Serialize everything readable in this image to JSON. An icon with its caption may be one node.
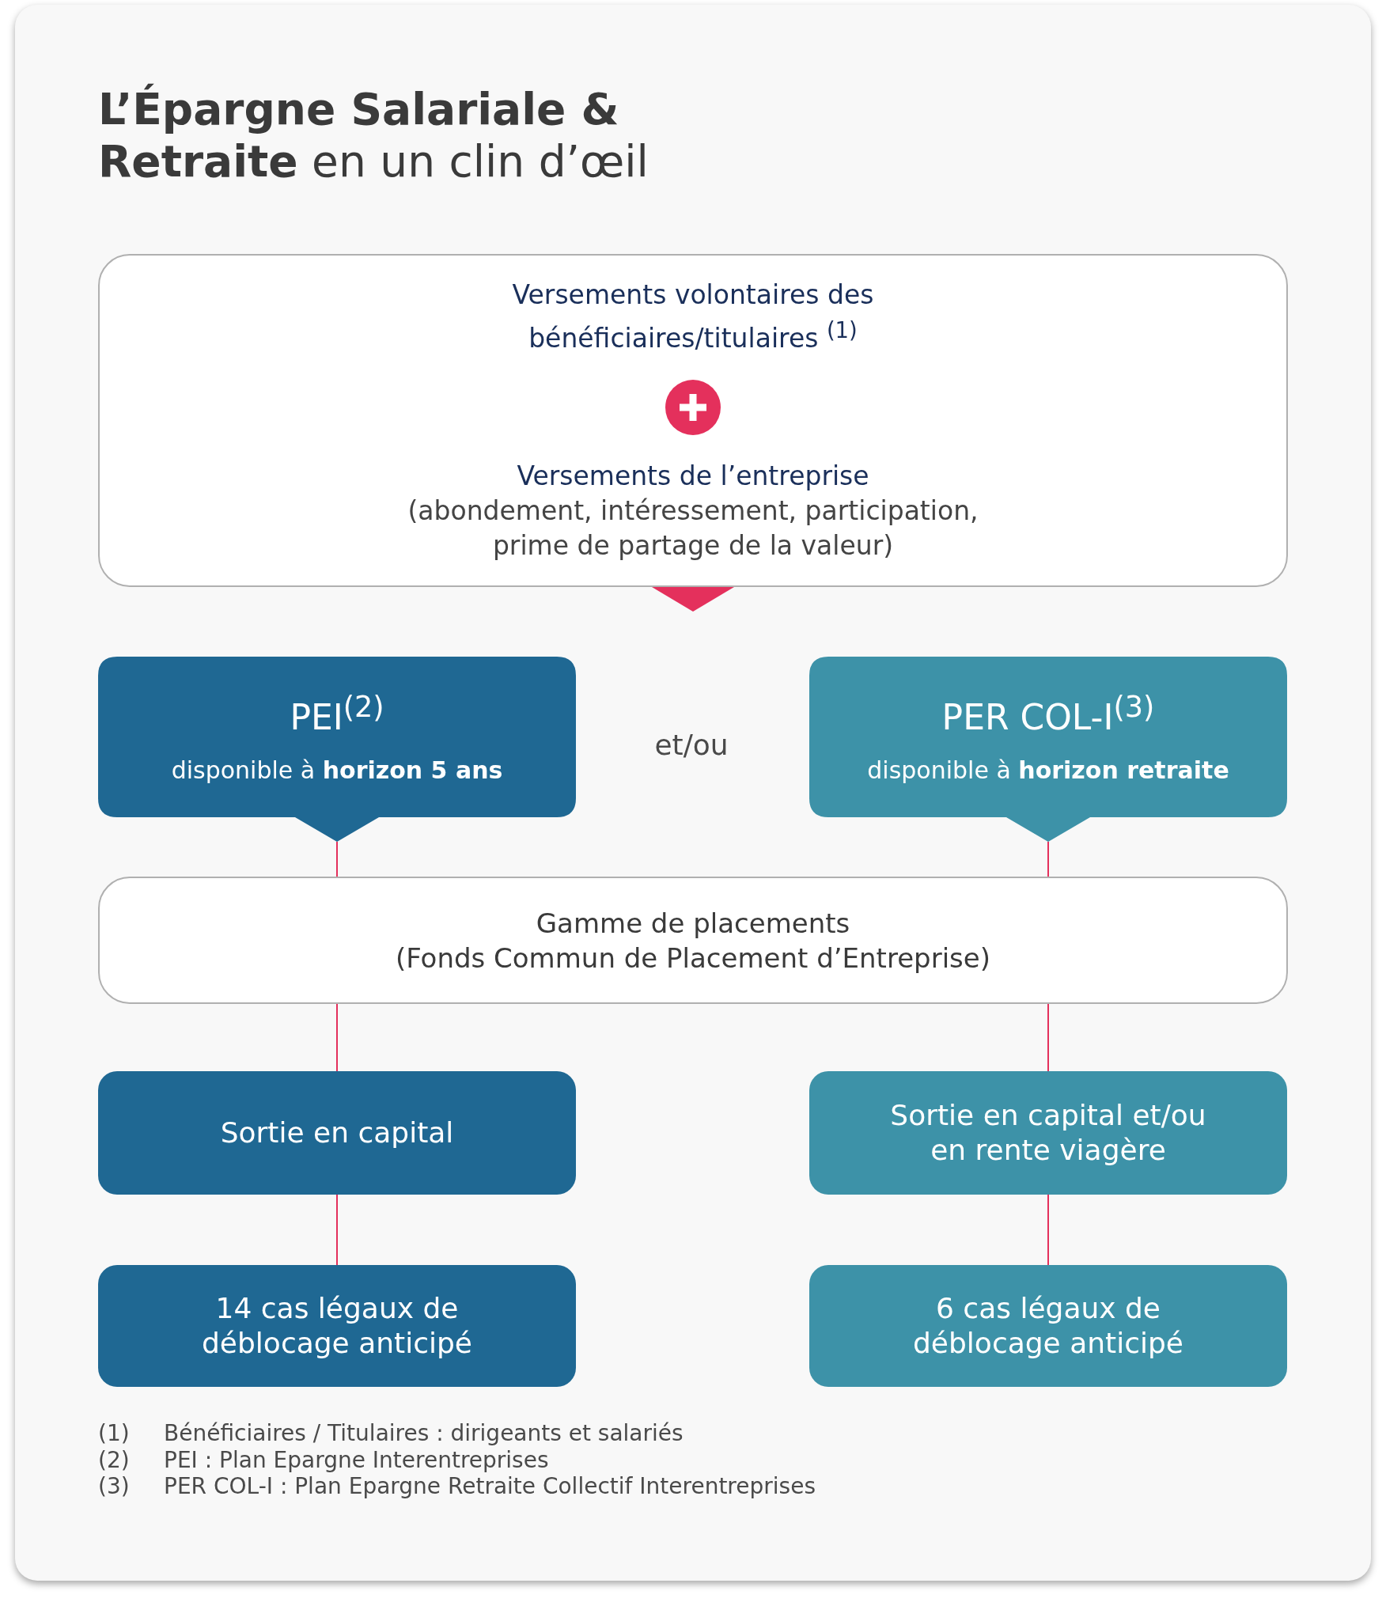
{
  "diagram": {
    "title": "**L’Épargne Salariale & Retraite** en un clin d’œil",
    "nodes": [
      {
        "text": [
          "Versements volontaires des bénéficiaires/titulaires $^{(1)}$",
          "Versements de l’entreprise",
          "(abondement, intéressement, participation, prime de partage de la valeur)"
        ]
      },
      {
        "text": [
          "PEI$^{(2)}$",
          "disponible à **horizon 5 ans**"
        ]
      },
      {
        "text": [
          "PER COL-I$^{(3)}$",
          "disponible à **horizon retraite**"
        ]
      },
      {
        "text": [
          "Gamme de placements",
          "(Fonds Commun de Placement d’Entreprise)"
        ]
      },
      {
        "text": [
          "Sortie en capital"
        ]
      },
      {
        "text": [
          "Sortie en capital et/ou en rente viagère"
        ]
      },
      {
        "text": [
          "14 cas légaux de déblocage anticipé"
        ]
      },
      {
        "text": [
          "6 cas légaux de déblocage anticipé"
        ]
      }
    ],
    "edges": [
      {
        "from": 0,
        "to": null,
        "arrow": "to"
      },
      {
        "from": 1,
        "to": 3,
        "arrow": "none"
      },
      {
        "from": 2,
        "to": 3,
        "arrow": "none"
      },
      {
        "from": 3,
        "to": 4,
        "arrow": "none"
      },
      {
        "from": 3,
        "to": 5,
        "arrow": "none"
      },
      {
        "from": 4,
        "to": 6,
        "arrow": "none"
      },
      {
        "from": 5,
        "to": 7,
        "arrow": "none"
      }
    ],
    "labels": [
      "et/ou",
      "(1)",
      "Bénéficiaires / Titulaires : dirigeants et salariés",
      "(2)",
      "PEI : Plan Epargne Interentreprises",
      "(3)",
      "PER COL-I : Plan Epargne Retraite Collectif Interentreprises"
    ]
  }
}
